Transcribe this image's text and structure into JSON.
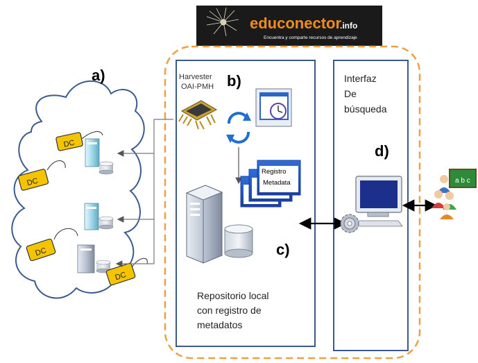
{
  "logo": {
    "brand": "educonector",
    "suffix": ".info",
    "tagline": "Encuentra y comparte recursos de aprendizaje"
  },
  "labels": {
    "a": "a)",
    "b": "b)",
    "c": "c)",
    "d": "d)"
  },
  "harvester": {
    "line1": "Harvester",
    "line2": "OAI-PMH"
  },
  "records": {
    "line1": "Registro",
    "line2": "Metadata"
  },
  "repository": {
    "line1": "Repositorio local",
    "line2": "con registro de",
    "line3": "metadatos"
  },
  "interface": {
    "line1": "Interfaz",
    "line2": "De",
    "line3": "búsqueda"
  },
  "tags": {
    "dc1": "DC",
    "dc2": "DC",
    "dc3": "DC",
    "dc4": "DC"
  },
  "colors": {
    "panel_border": "#3a5a8c",
    "dashed_orange": "#f0a040",
    "cloud_stroke": "#3b5b8f",
    "tag_fill": "#f5c400",
    "logo_bg": "#1a1a1a",
    "logo_orange": "#f28c1b"
  }
}
